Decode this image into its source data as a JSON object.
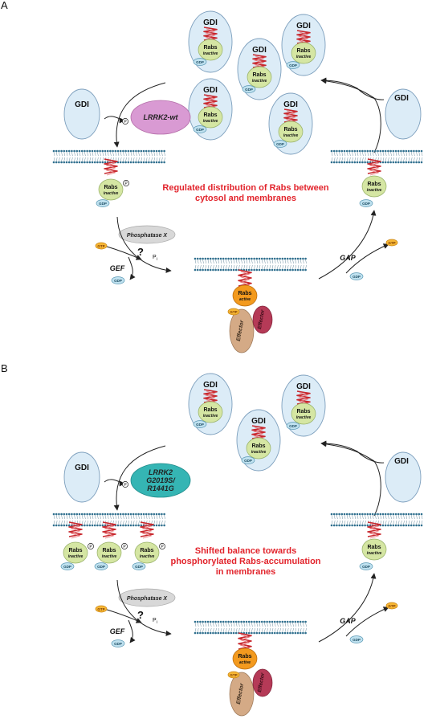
{
  "panels": [
    {
      "label": "A",
      "lrrk2_lines": [
        "LRRK2-wt"
      ],
      "caption_lines": [
        "Regulated distribution of Rabs between",
        "cytosol and membranes"
      ]
    },
    {
      "label": "B",
      "lrrk2_lines": [
        "LRRK2",
        "G2019S/",
        "R1441G"
      ],
      "caption_lines": [
        "Shifted balance towards",
        "phosphorylated Rabs-accumulation",
        "in membranes"
      ]
    }
  ],
  "labels": {
    "gdi": "GDI",
    "rabs": "Rabs",
    "inactive": "inactive",
    "active": "active",
    "gdp": "GDP",
    "gtp": "GTP",
    "effector": "Effector",
    "phosphatase": "Phosphatase X",
    "gef": "GEF",
    "gap": "GAP",
    "question": "?",
    "phospho": "P",
    "pi": "P",
    "pi_sub": "i"
  },
  "colors": {
    "gdi_fill": "#dcecf7",
    "gdi_stroke": "#7d9fbd",
    "rab_inactive": "#d5e6a3",
    "rab_active": "#f39a1e",
    "gdp": "#bfe1ef",
    "gtp": "#f7b735",
    "caption": "#e2242c",
    "lrrk2_wt": "#d99ad3",
    "lrrk2_mut": "#35b5b4",
    "phosphatase": "#d8d8d8",
    "effector_tan": "#d4aa86",
    "effector_red": "#b53a57",
    "membrane": "#2f6f8e",
    "helix": "#c8282e"
  },
  "icons": [
    "helix-icon",
    "membrane-icon",
    "arrow-icon"
  ]
}
